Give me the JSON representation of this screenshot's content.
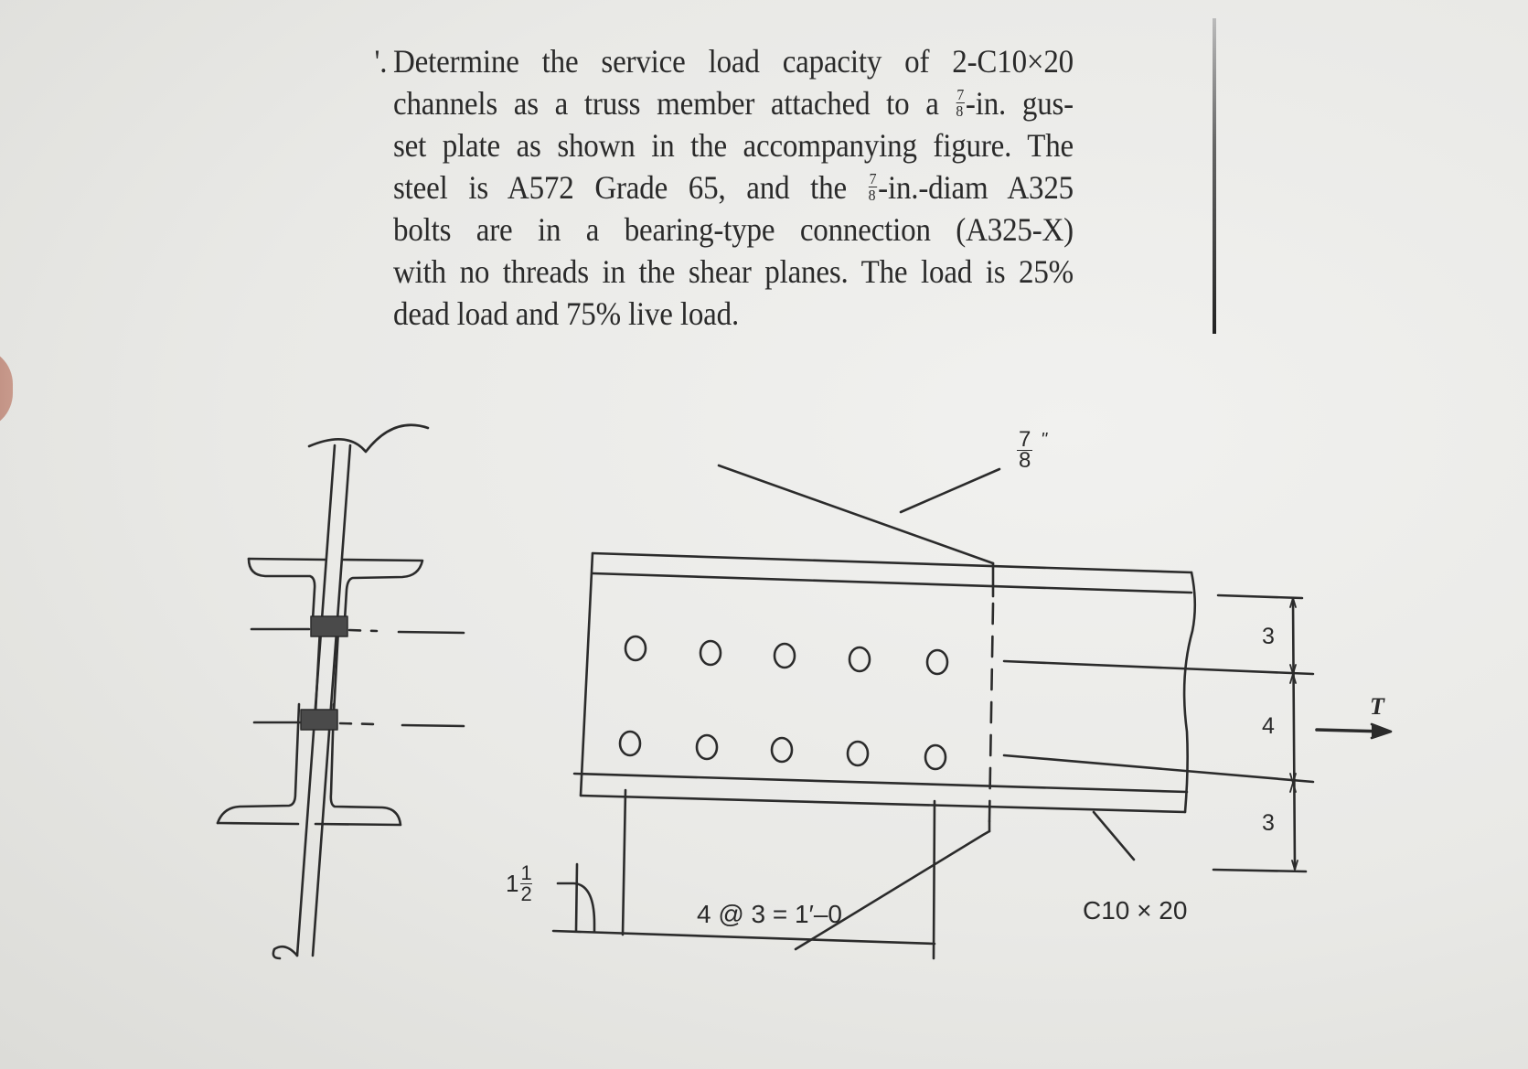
{
  "problem": {
    "number_mark": "'.",
    "lines": [
      {
        "pre": "Determine the service load capacity of 2-C10×20",
        "frac": null,
        "post": ""
      },
      {
        "pre": "channels as a truss member attached to a ",
        "frac": {
          "n": "7",
          "d": "8"
        },
        "post": "-in. gus-"
      },
      {
        "pre": "set plate as shown in the accompanying figure. The",
        "frac": null,
        "post": ""
      },
      {
        "pre": "steel is A572 Grade 65, and the ",
        "frac": {
          "n": "7",
          "d": "8"
        },
        "post": "-in.-diam A325"
      },
      {
        "pre": "bolts are in a bearing-type connection (A325-X)",
        "frac": null,
        "post": ""
      },
      {
        "pre": "with no threads in the shear planes. The load is 25%",
        "frac": null,
        "post": ""
      },
      {
        "pre": "dead load and 75% live load.",
        "frac": null,
        "post": ""
      }
    ]
  },
  "figure": {
    "plate_thickness": {
      "n": "7",
      "d": "8",
      "unit": "\""
    },
    "edge_distance": {
      "whole": "1",
      "n": "1",
      "d": "2"
    },
    "bolt_spacing_label": "4 @ 3 = 1′–0",
    "section_label": "C10 × 20",
    "gage_dims": [
      "3",
      "4",
      "3"
    ],
    "load_label": "T",
    "bolt_rows": 2,
    "bolts_per_row": 5
  }
}
